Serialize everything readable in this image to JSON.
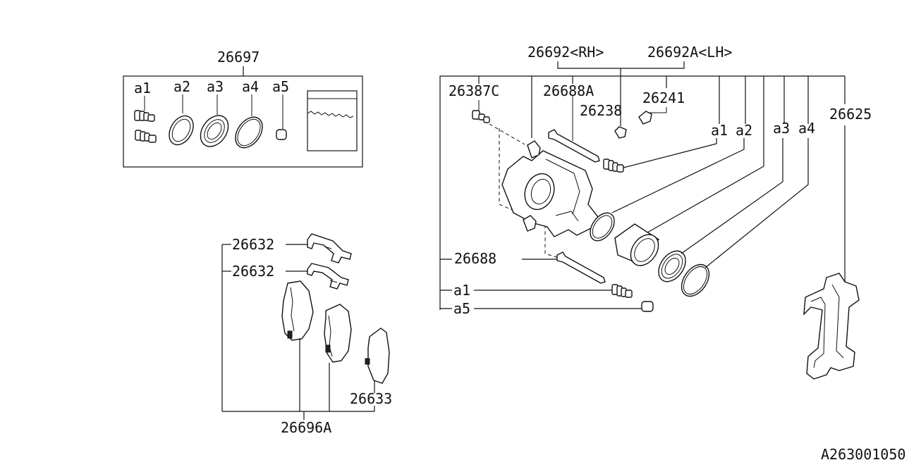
{
  "diagram": {
    "ref_code": "A263001050",
    "labels": {
      "kit_26697": "26697",
      "kit_a1": "a1",
      "kit_a2": "a2",
      "kit_a3": "a3",
      "kit_a4": "a4",
      "kit_a5": "a5",
      "clip_upper": "26632",
      "clip_lower": "26632",
      "shim": "26633",
      "pad_set": "26696A",
      "caliper_rh": "26692<RH>",
      "caliper_lh": "26692A<LH>",
      "bleeder": "26387C",
      "pin_a": "26688A",
      "cap_26238": "26238",
      "plug_26241": "26241",
      "asm_a1": "a1",
      "asm_a2": "a2",
      "asm_a3": "a3",
      "asm_a4": "a4",
      "support": "26625",
      "pin": "26688",
      "left_a1": "a1",
      "left_a5": "a5"
    }
  }
}
